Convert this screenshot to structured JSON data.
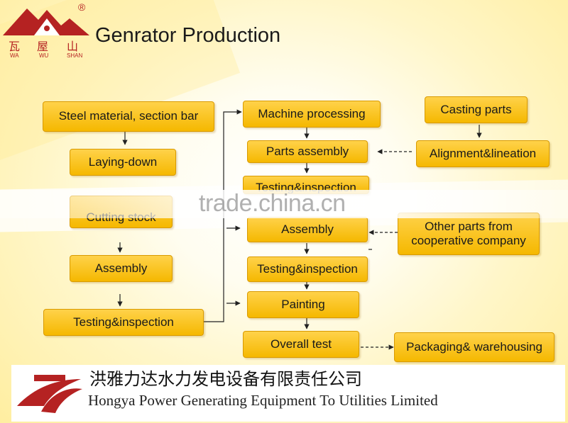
{
  "title": "Genrator Production",
  "logo": {
    "chars": [
      "瓦",
      "屋",
      "山"
    ],
    "roman": [
      "WA",
      "WU",
      "SHAN"
    ],
    "registered": "®"
  },
  "watermark": "trade.china.cn",
  "boxes": {
    "steel": "Steel material, section bar",
    "laying": "Laying-down",
    "cutting": "Cutting stock",
    "assembly_left": "Assembly",
    "testing_left": "Testing&inspection",
    "machine": "Machine processing",
    "parts_assembly": "Parts assembly",
    "hidden_middle": "Testing&inspection",
    "assembly_mid": "Assembly",
    "testing_mid": "Testing&inspection",
    "painting": "Painting",
    "overall": "Overall test",
    "casting": "Casting parts",
    "alignment": "Alignment&lineation",
    "other_parts": "Other parts from cooperative company",
    "packaging": "Packaging& warehousing"
  },
  "company": {
    "name_cn": "洪雅力达水力发电设备有限责任公司",
    "name_en": "Hongya Power Generating Equipment To Utilities Limited"
  },
  "colors": {
    "box_fill": "#f8c21a",
    "logo_red": "#b52222",
    "text": "#1a1a1a"
  }
}
